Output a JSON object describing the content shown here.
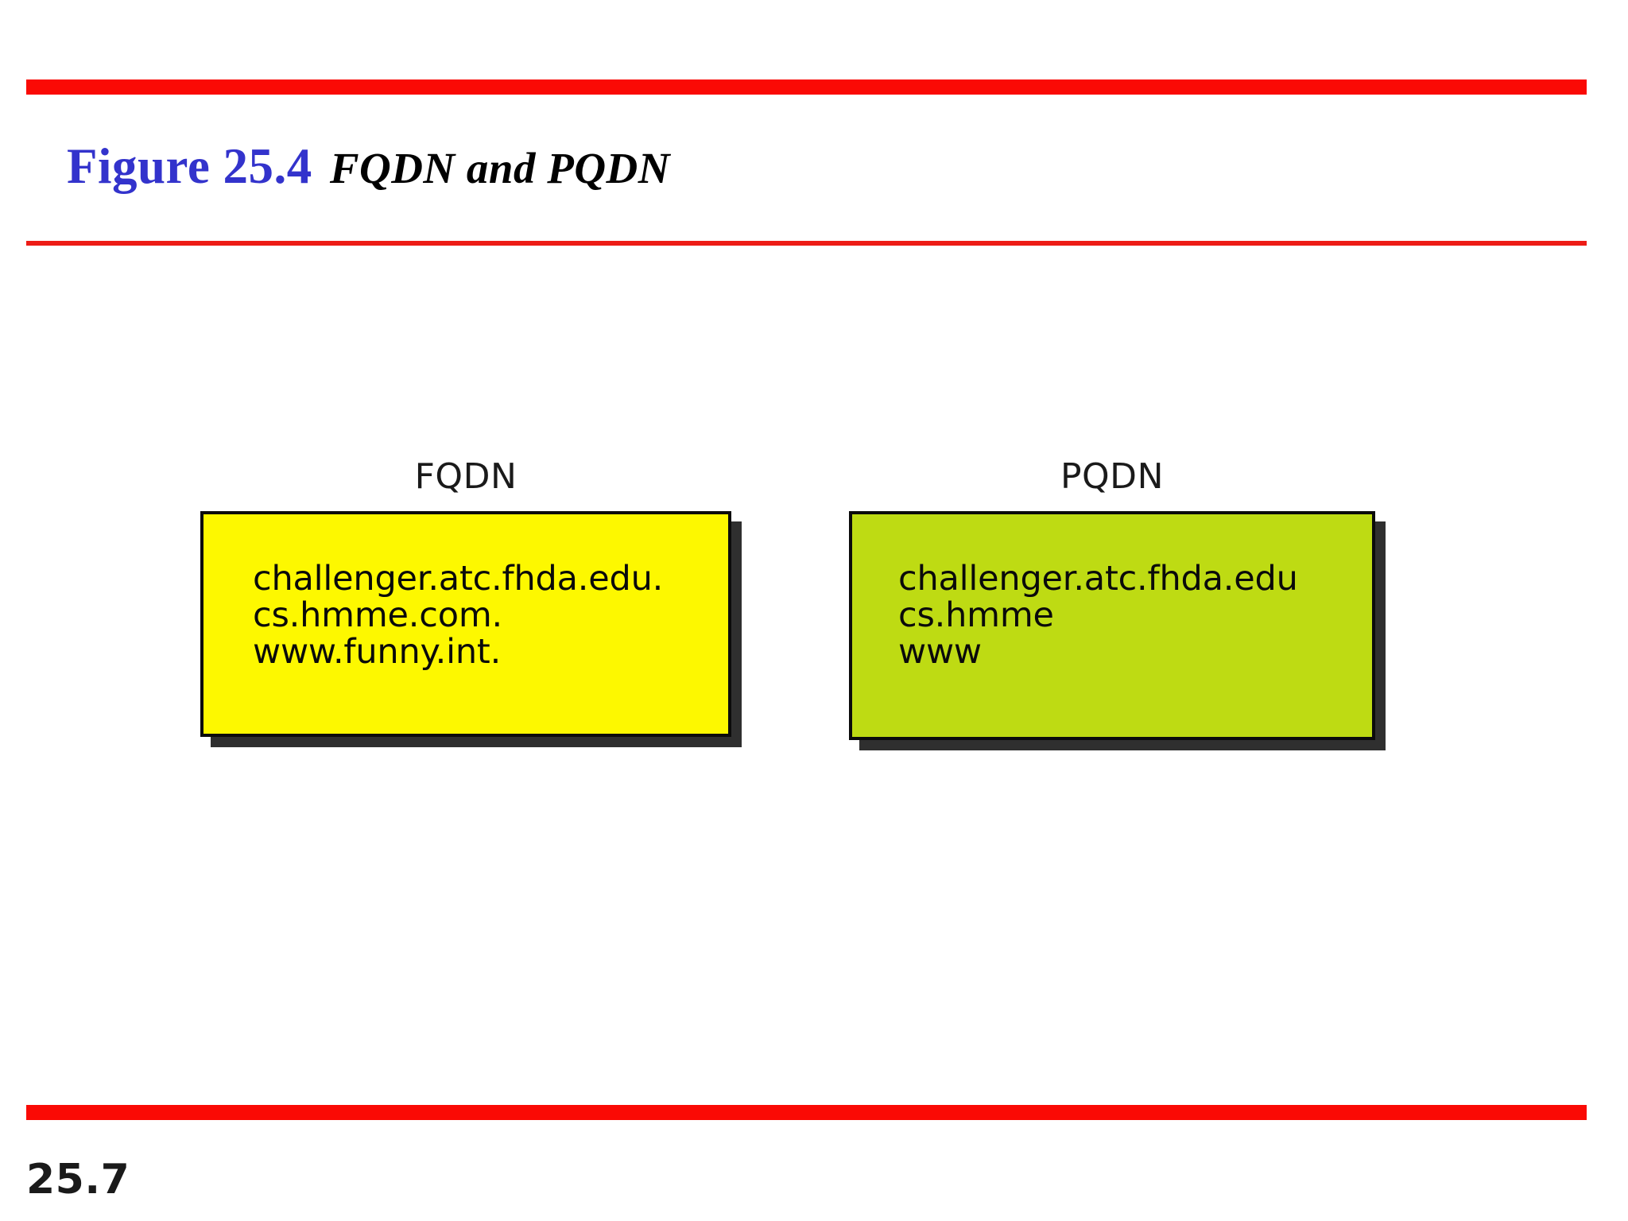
{
  "slide": {
    "title": {
      "figure_label": "Figure 25.4",
      "caption": "FQDN and PQDN"
    },
    "page_number": "25.7",
    "colors": {
      "rule_red": "#fa0a05",
      "title_blue": "#3333cc",
      "fqdn_box_fill": "#fdf800",
      "pqdn_box_fill": "#bedb13",
      "box_border": "#0b0b0b",
      "box_shadow": "#2f2f2f",
      "background": "#ffffff"
    }
  },
  "diagram": {
    "type": "concept-comparison",
    "boxes": [
      {
        "id": "fqdn",
        "caption": "FQDN",
        "entries": [
          "challenger.atc.fhda.edu.",
          "cs.hmme.com.",
          "www.funny.int."
        ]
      },
      {
        "id": "pqdn",
        "caption": "PQDN",
        "entries": [
          "challenger.atc.fhda.edu",
          "cs.hmme",
          "www"
        ]
      }
    ]
  }
}
